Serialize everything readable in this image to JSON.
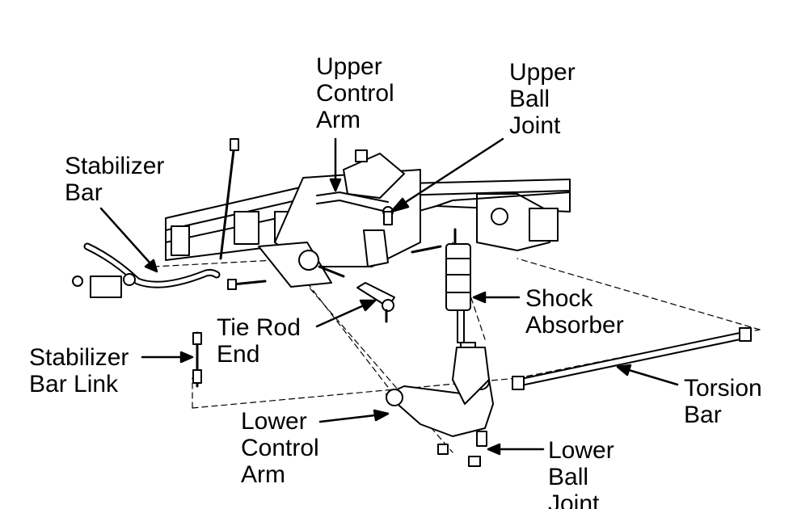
{
  "labels": {
    "upper_control_arm": [
      "Upper",
      "Control",
      "Arm"
    ],
    "upper_ball_joint": [
      "Upper",
      "Ball",
      "Joint"
    ],
    "stabilizer_bar": [
      "Stabilizer",
      "Bar"
    ],
    "tie_rod_end": [
      "Tie Rod",
      "End"
    ],
    "shock_absorber": [
      "Shock",
      "Absorber"
    ],
    "stabilizer_bar_link": [
      "Stabilizer",
      "Bar Link"
    ],
    "torsion_bar": [
      "Torsion",
      "Bar"
    ],
    "lower_control_arm": [
      "Lower",
      "Control",
      "Arm"
    ],
    "lower_ball_joint": [
      "Lower",
      "Ball",
      "Joint"
    ]
  },
  "colors": {
    "ink": "#000000",
    "paper": "#ffffff"
  }
}
